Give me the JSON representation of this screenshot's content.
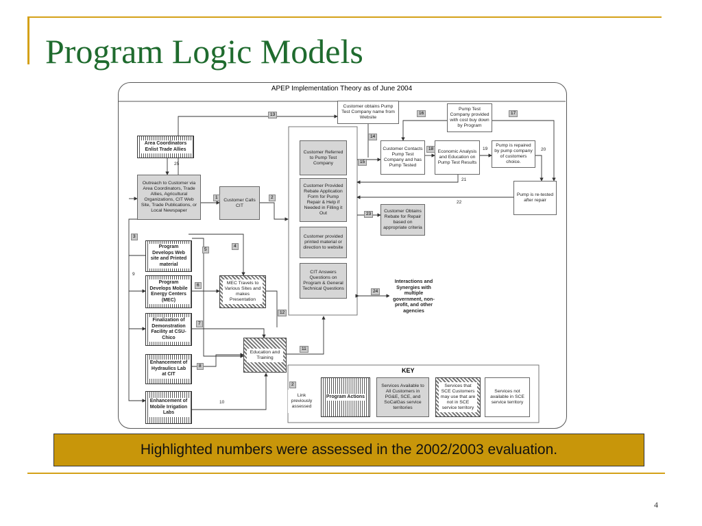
{
  "slide": {
    "title": "Program Logic Models",
    "page_number": "4",
    "banner_text": "Highlighted numbers were assessed in the 2002/2003 evaluation."
  },
  "diagram": {
    "title": "APEP Implementation Theory as of June 2004",
    "boxes": {
      "area_coord": "Area Coordinators Enlist Trade Allies",
      "outreach": "Outreach to Customer via Area Coordinators, Trade Allies, Agricultural Organizations, CIT Web Site, Trade Publications, or Local Newspaper",
      "customer_calls": "Customer Calls CIT",
      "obtains_name": "Customer obtains Pump Test Company name from Website",
      "referred": "Customer Referred to Pump Test Company",
      "rebate_app": "Customer Provided Rebate Application Form for Pump Repair & Help if Needed in Filling it Out",
      "printed": "Customer provided printed material or direction to website",
      "cit_answers": "CIT Answers Questions on Program & General Technical Questions",
      "contacts": "Customer Contacts Pump Test Company and has Pump Tested",
      "economic": "Economic Analysis and Education on Pump Test Results",
      "ptc_provided": "Pump Test Company provided with cost buy down by Program",
      "repaired": "Pump is repaired by pump company of customers choice.",
      "retested": "Pump is re-tested after repair",
      "obtains_rebate": "Customer Obtains Rebate for Repair based on appropriate criteria",
      "interactions": "Interactions and Synergies with multiple government, non-profit, and other agencies",
      "web_site": "Program Develops Web site and Printed material",
      "mobile": "Program Develops Mobile Energy Centers (MEC)",
      "mec_travels": "MEC Travels to Various Sites and makes Presentation",
      "finalization": "Finalization of Demonstration Facility at CSU-Chico",
      "hydraulics": "Enhancement of Hydraulics Lab at CIT",
      "irrigation": "Enhancement of Mobile Irrigation Labs",
      "education": "Education and Training"
    },
    "key": {
      "title": "KEY",
      "link_num": "2",
      "link_label": "Link previously assessed",
      "program_actions": "Program Actions",
      "available": "Services Available to All Customers in PG&E, SCE, and SoCalGas service territories",
      "sce_not_in": "Services that SCE Customers may use that are not in SCE service territory",
      "not_available": "Services not available in SCE service territory"
    },
    "links": [
      "1",
      "2",
      "3",
      "4",
      "5",
      "6",
      "7",
      "8",
      "9",
      "10",
      "11",
      "12",
      "13",
      "14",
      "15",
      "16",
      "17",
      "18",
      "19",
      "20",
      "21",
      "22",
      "23",
      "24",
      "25"
    ]
  }
}
